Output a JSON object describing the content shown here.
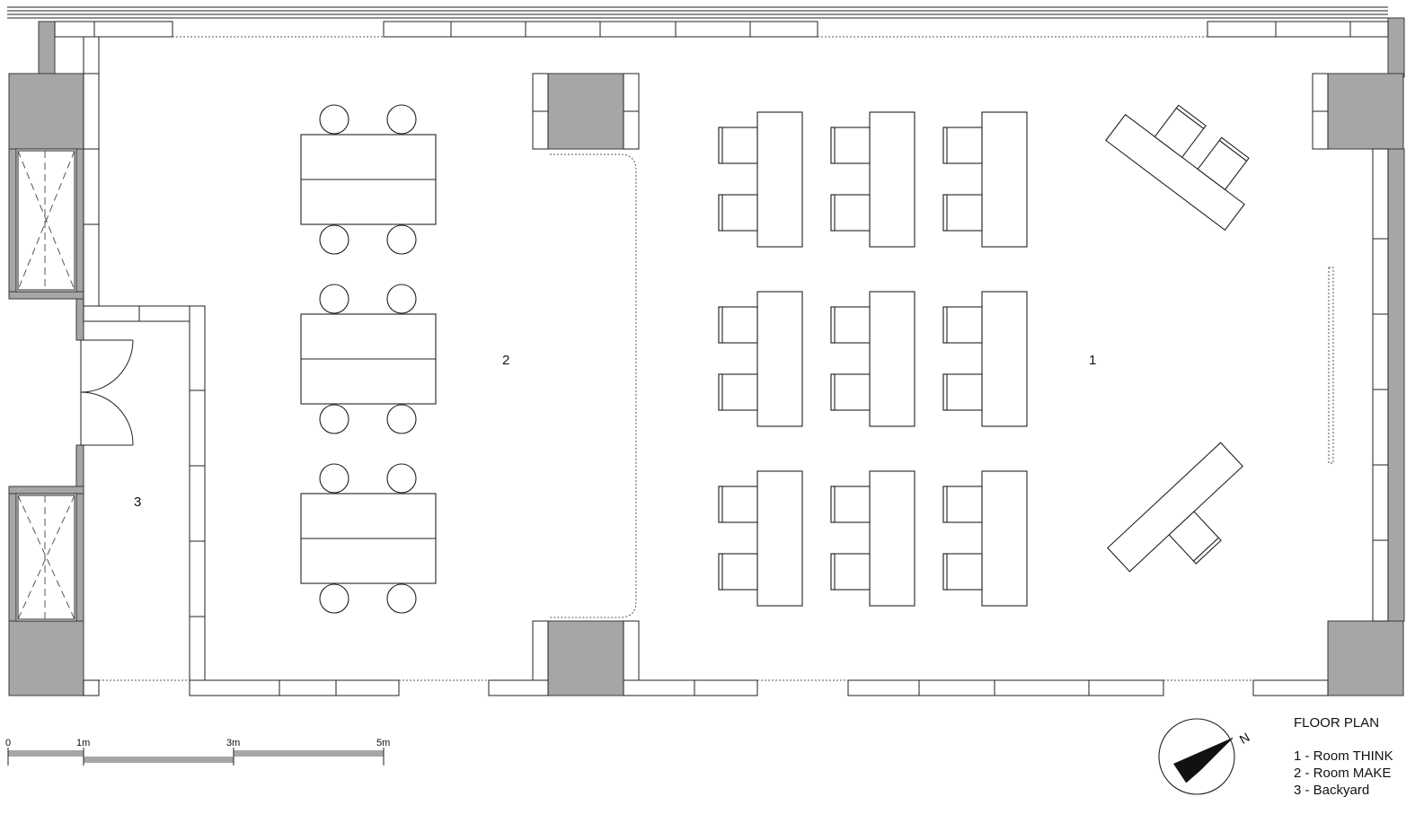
{
  "rooms": [
    {
      "number": "1"
    },
    {
      "number": "2"
    },
    {
      "number": "3"
    }
  ],
  "legend": {
    "title": "FLOOR PLAN",
    "items": [
      "1 - Room THINK",
      "2 - Room MAKE",
      "3 - Backyard"
    ]
  },
  "scale_bar": {
    "labels": [
      "0",
      "1m",
      "3m",
      "5m"
    ]
  },
  "compass": {
    "label": "N"
  }
}
